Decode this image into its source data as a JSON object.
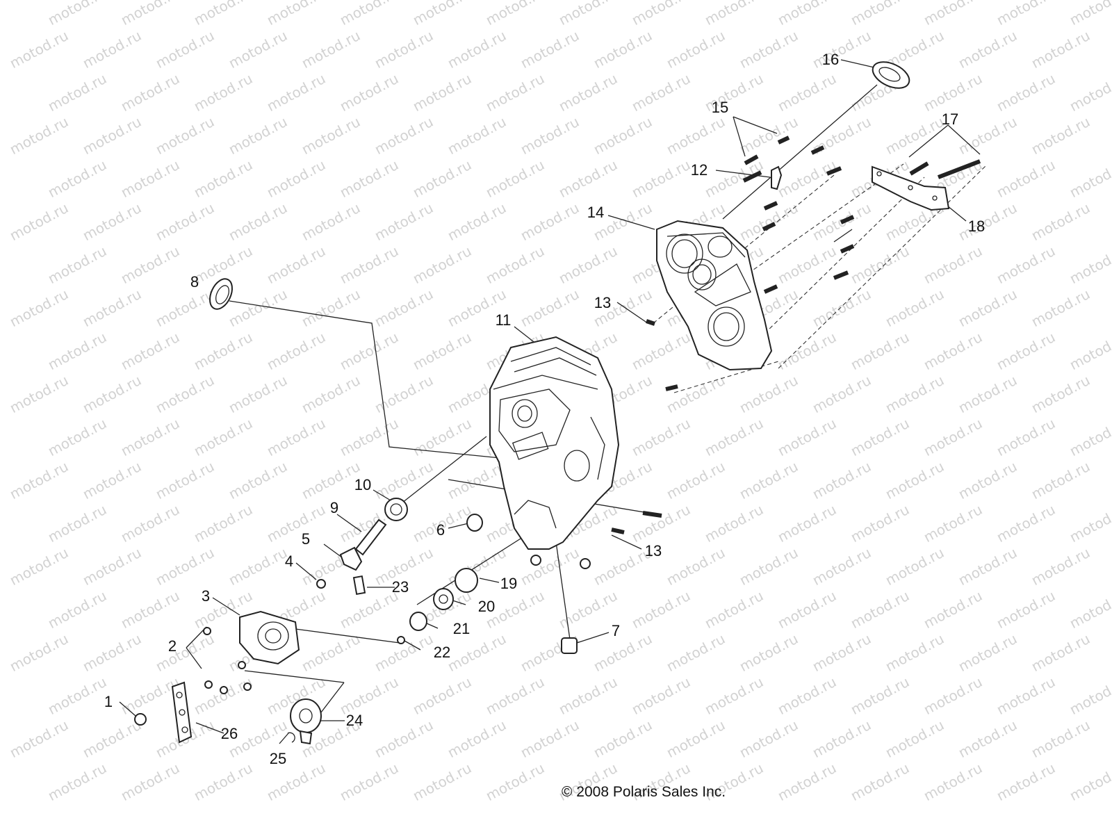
{
  "watermark": "motod.ru",
  "copyright": "© 2008 Polaris Sales Inc.",
  "callouts": [
    {
      "id": "1",
      "label": "1"
    },
    {
      "id": "2",
      "label": "2"
    },
    {
      "id": "3",
      "label": "3"
    },
    {
      "id": "4",
      "label": "4"
    },
    {
      "id": "5",
      "label": "5"
    },
    {
      "id": "6",
      "label": "6"
    },
    {
      "id": "7",
      "label": "7"
    },
    {
      "id": "8",
      "label": "8"
    },
    {
      "id": "9",
      "label": "9"
    },
    {
      "id": "10",
      "label": "10"
    },
    {
      "id": "11",
      "label": "11"
    },
    {
      "id": "12",
      "label": "12"
    },
    {
      "id": "13a",
      "label": "13"
    },
    {
      "id": "13b",
      "label": "13"
    },
    {
      "id": "14",
      "label": "14"
    },
    {
      "id": "15",
      "label": "15"
    },
    {
      "id": "16",
      "label": "16"
    },
    {
      "id": "17",
      "label": "17"
    },
    {
      "id": "18",
      "label": "18"
    },
    {
      "id": "19",
      "label": "19"
    },
    {
      "id": "20",
      "label": "20"
    },
    {
      "id": "21",
      "label": "21"
    },
    {
      "id": "22",
      "label": "22"
    },
    {
      "id": "23",
      "label": "23"
    },
    {
      "id": "24",
      "label": "24"
    },
    {
      "id": "25",
      "label": "25"
    },
    {
      "id": "26",
      "label": "26"
    }
  ]
}
